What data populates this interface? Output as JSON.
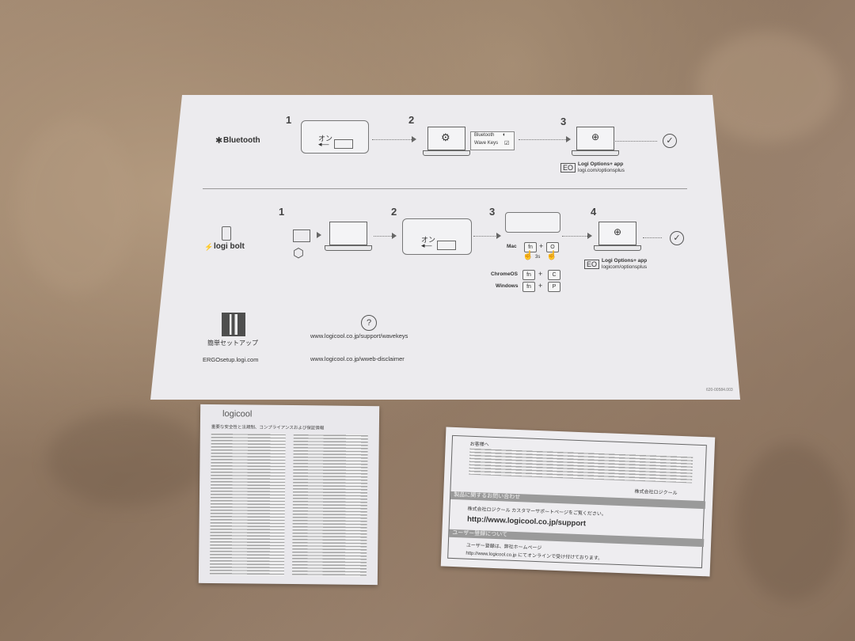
{
  "sheet": {
    "bluetooth_label": "Bluetooth",
    "bolt_label": "logi bolt",
    "bt_steps": [
      "1",
      "2",
      "3"
    ],
    "bolt_steps": [
      "1",
      "2",
      "3",
      "4"
    ],
    "on_label": "オン",
    "toggle_bluetooth": "Bluetooth",
    "toggle_wave_keys": "Wave Keys",
    "options_app": "Logi Options+ app",
    "options_url": "logi.com/optionsplus",
    "options_url_2": "logicom/optionsplus",
    "mac_label": "Mac",
    "mac_key": "fn",
    "mac_key_2": "O",
    "mac_hold": "3s",
    "chromeos_label": "ChromeOS",
    "chromeos_keys": [
      "fn",
      "C"
    ],
    "windows_label": "Windows",
    "windows_keys": [
      "fn",
      "P"
    ],
    "plus": "+",
    "qr_caption": "簡単セットアップ",
    "ergo_url": "ERGOsetup.logi.com",
    "support_url": "www.logicool.co.jp/support/wavekeys",
    "disclaimer_url": "www.logicool.co.jp/wweb-disclaimer",
    "help_symbol": "?",
    "part_number": "620-00584.003"
  },
  "booklet": {
    "brand": "logicool",
    "heading": "重要な安全性と法規制、コンプライアンスおよび保証情報"
  },
  "card": {
    "salutation": "お客様へ",
    "signoff": "株式会社ロジクール",
    "section1": "製品に関するお問い合わせ",
    "support_lead": "株式会社ロジクール カスタマーサポートページをご覧ください。",
    "support_url": "http://www.logicool.co.jp/support",
    "section2": "ユーザー登録について",
    "reg_line1": "ユーザー登録は、弊社ホームページ",
    "reg_line2": "http://www.logicool.co.jp にてオンラインで受け付けております。"
  },
  "colors": {
    "background": "#9a8169",
    "paper": "#ecebee",
    "ink": "#333333"
  }
}
